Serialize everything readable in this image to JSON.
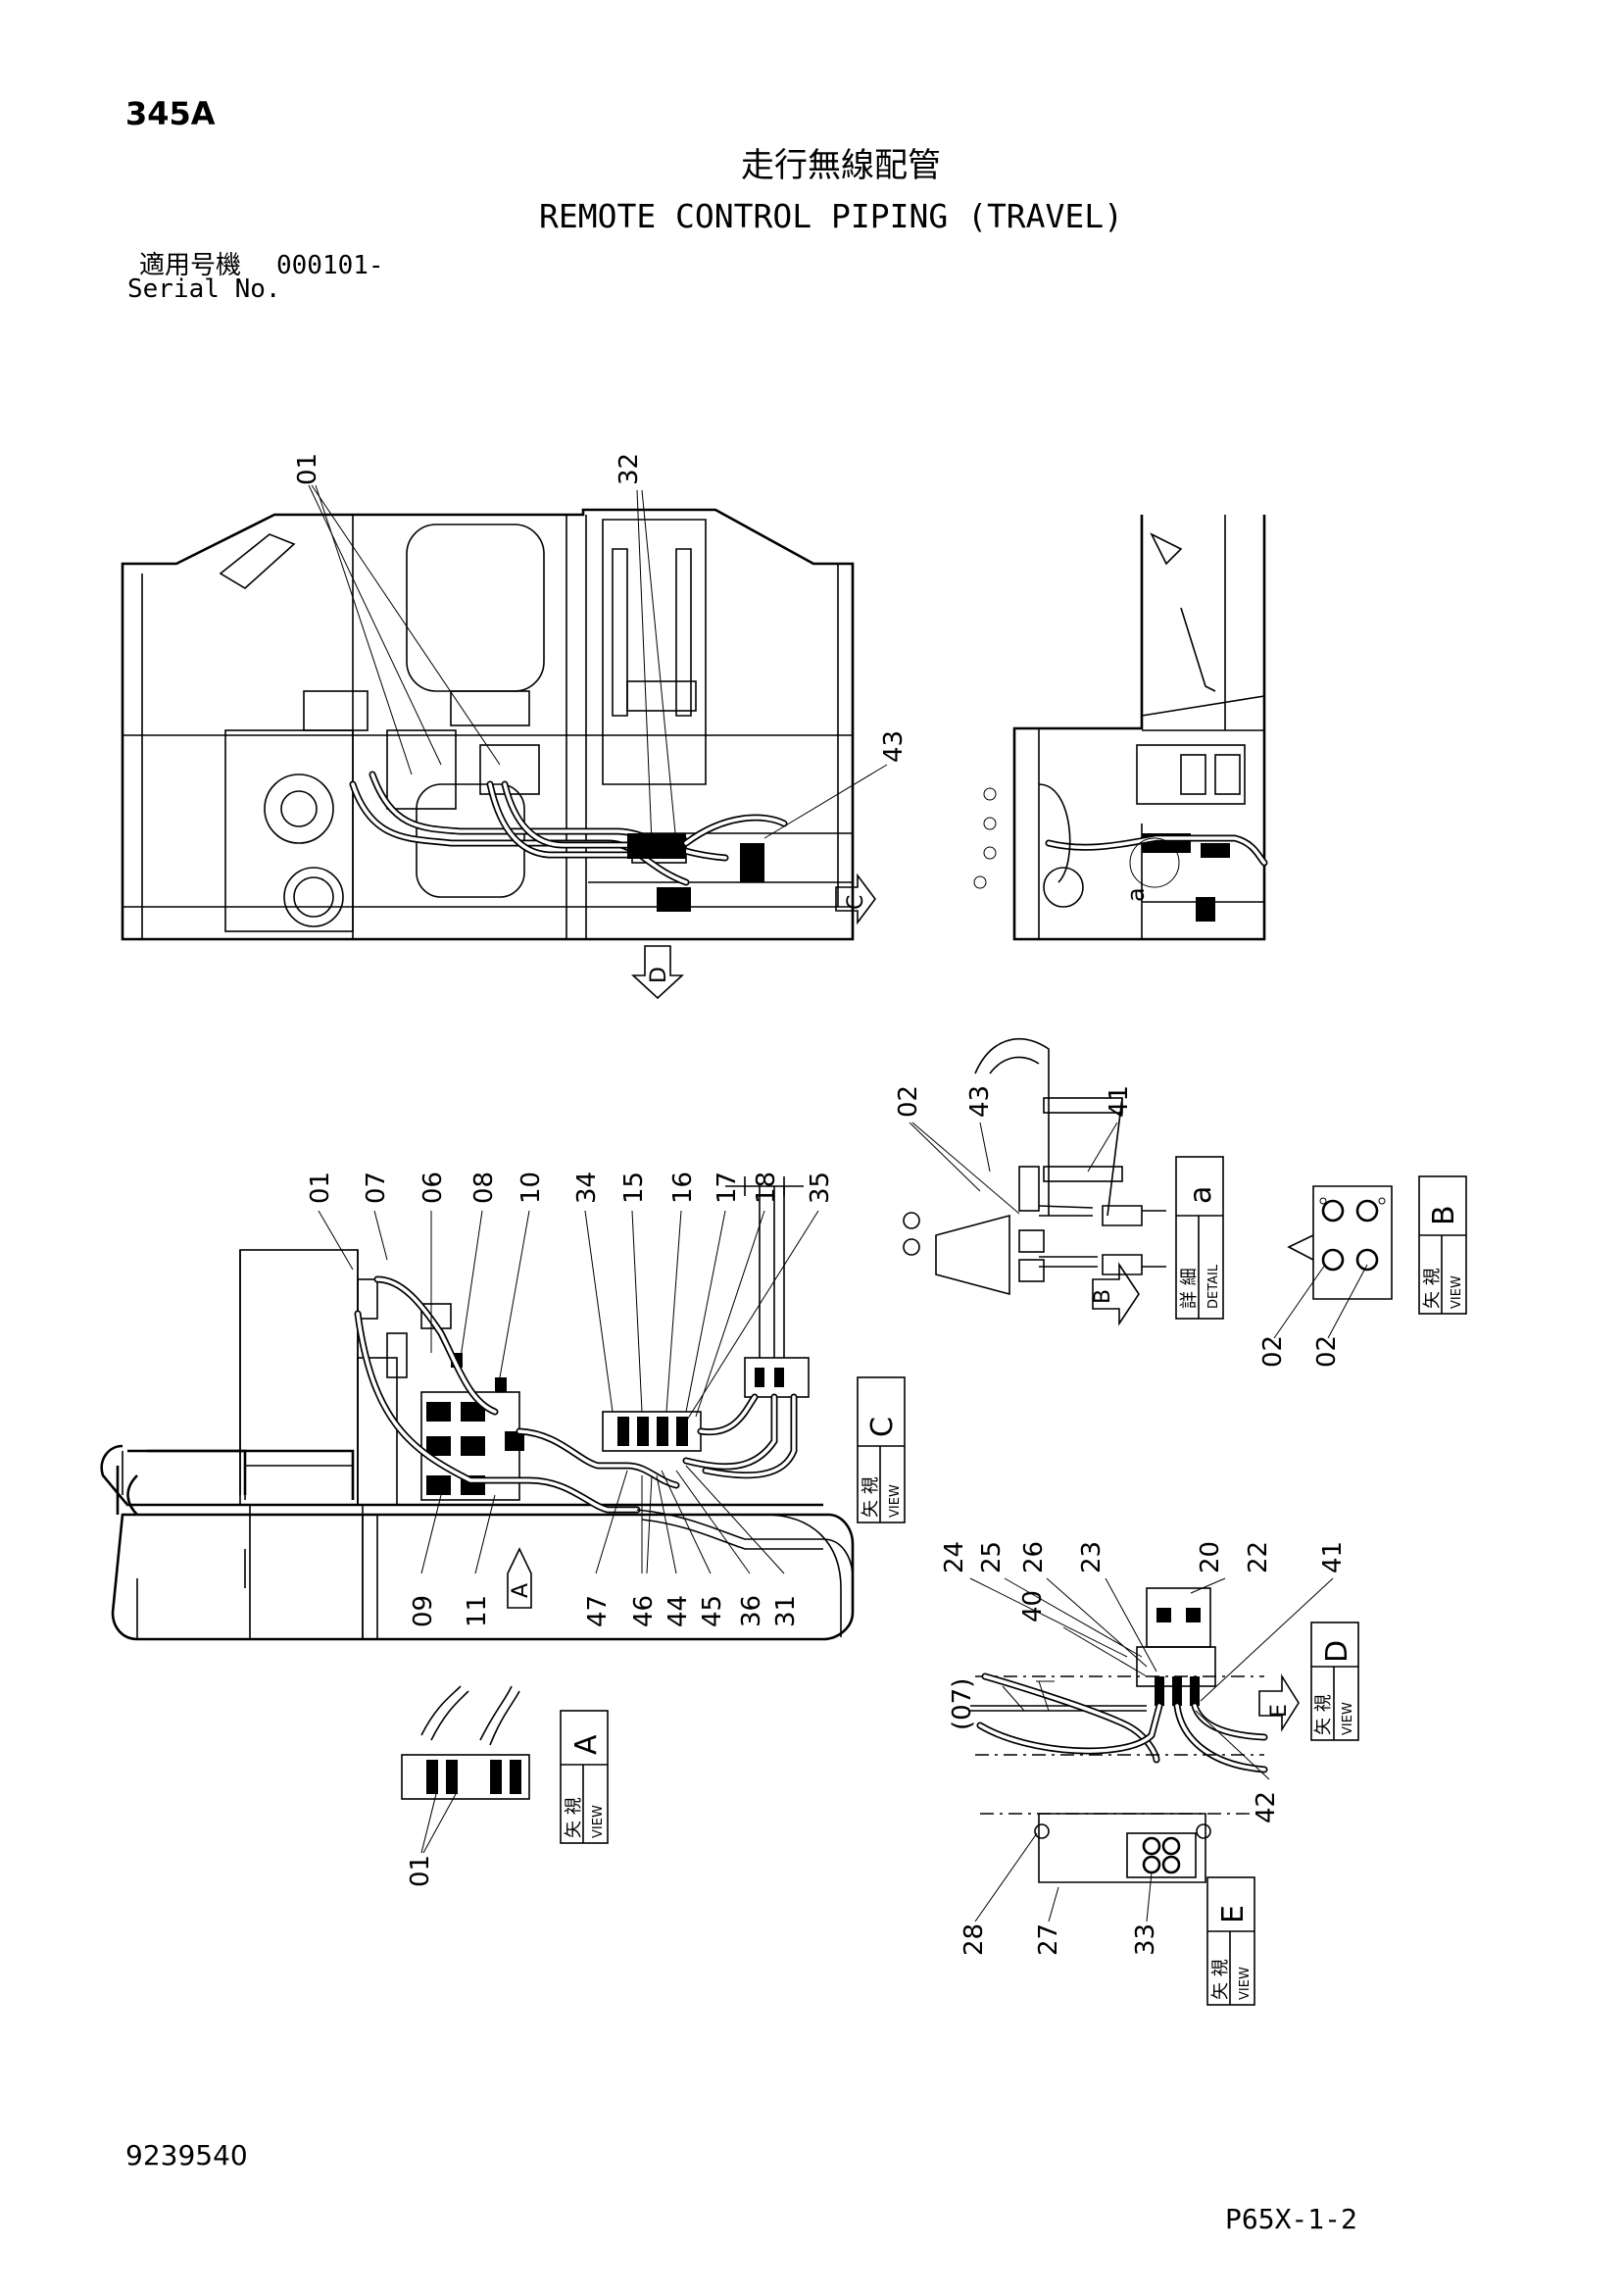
{
  "header": {
    "page_number": "345A",
    "title_jp": "走行無線配管",
    "title_en": "REMOTE CONTROL PIPING (TRAVEL)",
    "serial_label_jp": "適用号機",
    "serial_value": "000101-",
    "serial_label_en": "Serial No."
  },
  "footer": {
    "document_number": "9239540",
    "page_code": "P65X-1-2"
  },
  "view_labels": {
    "view_jp": "矢 視",
    "detail_jp": "詳 細",
    "view_en": "VIEW",
    "detail_en": "DETAIL",
    "A": "A",
    "B": "B",
    "C": "C",
    "D": "D",
    "E": "E",
    "a": "a"
  },
  "callouts": {
    "top": [
      "01",
      "32",
      "43"
    ],
    "main": [
      "01",
      "07",
      "06",
      "08",
      "10",
      "34",
      "15",
      "16",
      "17",
      "18",
      "35",
      "09",
      "11",
      "47",
      "46",
      "44",
      "45",
      "36",
      "31"
    ],
    "detail_a": [
      "02",
      "43",
      "41"
    ],
    "view_b": [
      "02",
      "02"
    ],
    "view_d": [
      "24",
      "25",
      "26",
      "23",
      "20",
      "22",
      "41",
      "40",
      "(07)",
      "42"
    ],
    "view_a": [
      "01"
    ],
    "view_e": [
      "28",
      "27",
      "33"
    ]
  }
}
